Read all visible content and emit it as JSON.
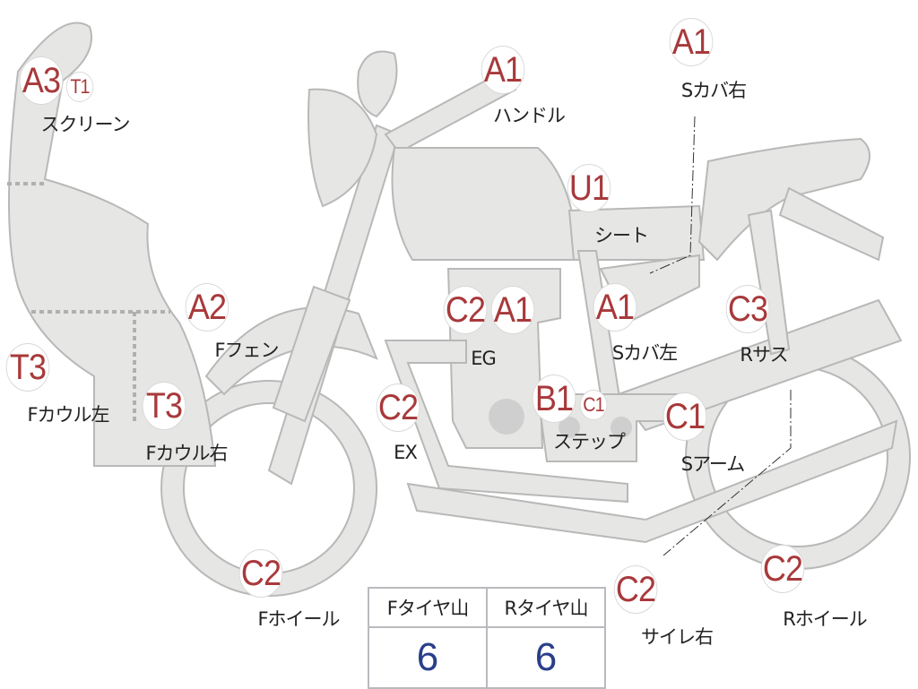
{
  "markers": [
    {
      "codes": [
        "A3",
        "T1"
      ],
      "label": "スクリーン"
    },
    {
      "codes": [
        "A1"
      ],
      "label": "ハンドル"
    },
    {
      "codes": [
        "A1"
      ],
      "label": "Sカバ右"
    },
    {
      "codes": [
        "U1"
      ],
      "label": "シート"
    },
    {
      "codes": [
        "A2"
      ],
      "label": "Fフェン"
    },
    {
      "codes": [
        "C2",
        "A1"
      ],
      "label": "EG"
    },
    {
      "codes": [
        "A1"
      ],
      "label": "Sカバ左"
    },
    {
      "codes": [
        "C3"
      ],
      "label": "Rサス"
    },
    {
      "codes": [
        "T3"
      ],
      "label": "Fカウル左"
    },
    {
      "codes": [
        "T3"
      ],
      "label": "Fカウル右"
    },
    {
      "codes": [
        "C2"
      ],
      "label": "EX"
    },
    {
      "codes": [
        "B1",
        "C1"
      ],
      "label": "ステップ"
    },
    {
      "codes": [
        "C1"
      ],
      "label": "Sアーム"
    },
    {
      "codes": [
        "C2"
      ],
      "label": "Fホイール"
    },
    {
      "codes": [
        "C2"
      ],
      "label": "サイレ右"
    },
    {
      "codes": [
        "C2"
      ],
      "label": "Rホイール"
    }
  ],
  "tire_table": {
    "headers": [
      "Fタイヤ山",
      "Rタイヤ山"
    ],
    "values": [
      "6",
      "6"
    ]
  },
  "colors": {
    "code": "#a8393b",
    "value": "#2a3f8a",
    "part_fill": "#e6e6e4",
    "part_stroke": "#b8b8b8"
  }
}
